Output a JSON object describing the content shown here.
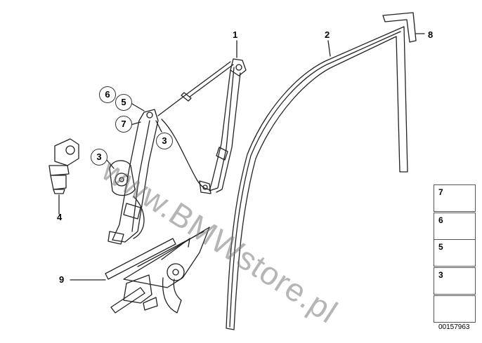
{
  "callouts": {
    "c1": "1",
    "c2": "2",
    "c8": "8",
    "c4": "4",
    "c9": "9",
    "c6": "6",
    "c5": "5",
    "c7": "7",
    "c3a": "3",
    "c3b": "3"
  },
  "watermark": "www.BMWstore.pl",
  "legend": [
    "7",
    "6",
    "5",
    "3"
  ],
  "doc_number": "00157963"
}
